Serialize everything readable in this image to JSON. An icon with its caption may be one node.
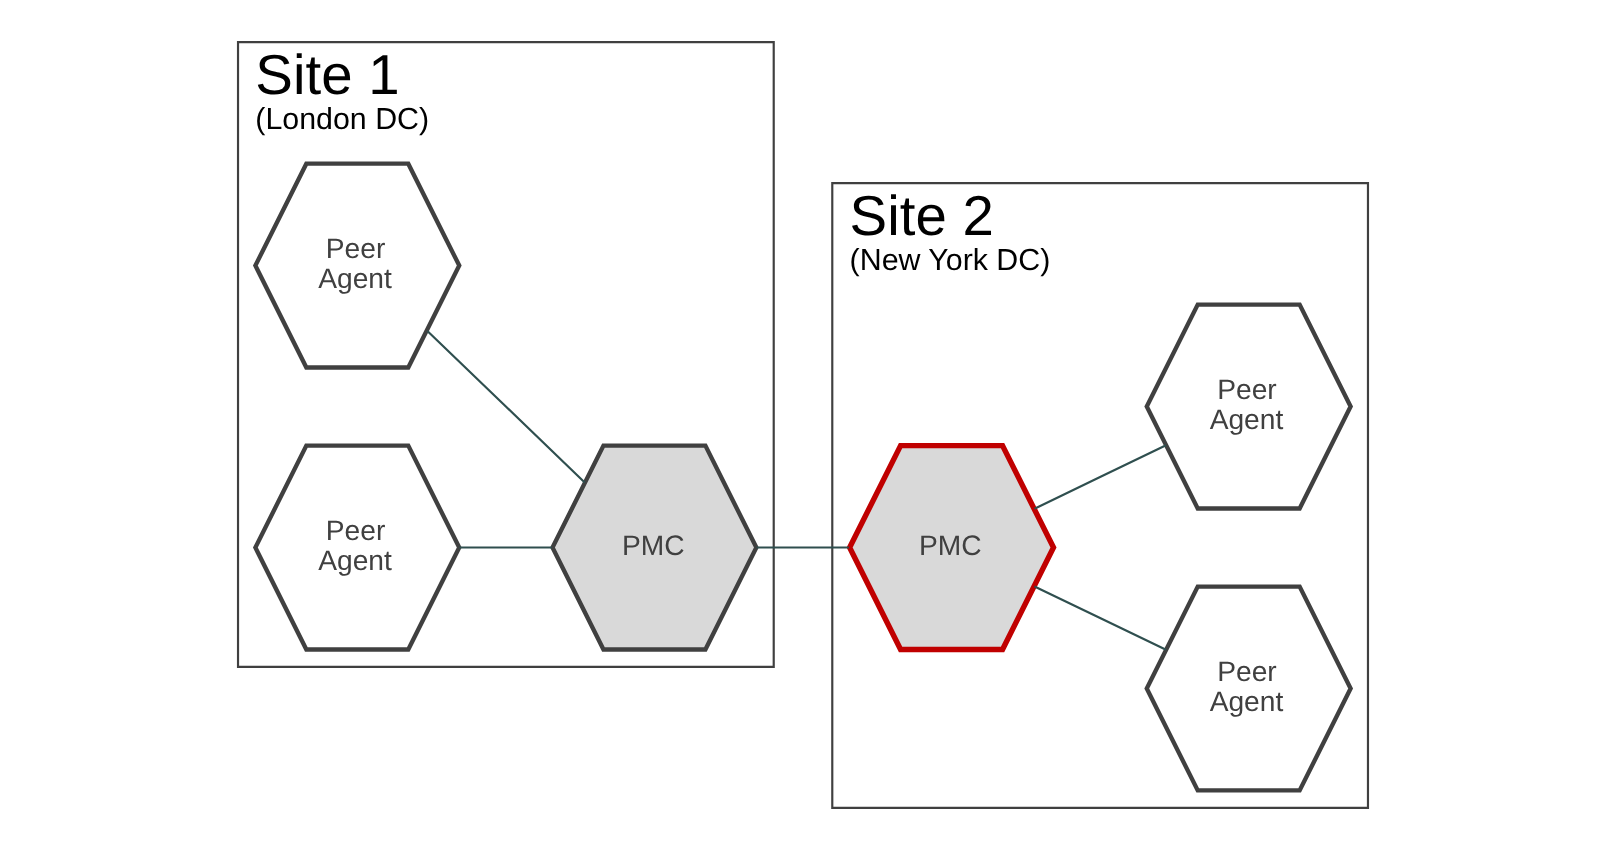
{
  "diagram": {
    "nodes": [
      {
        "text": [
          "Site 1",
          "(London DC)"
        ]
      },
      {
        "text": [
          "Peer Agent"
        ],
        "in": 0
      },
      {
        "text": [
          "PMC"
        ],
        "in": 0
      },
      {
        "text": [
          "Peer Agent"
        ],
        "in": 0
      },
      {
        "text": [
          "Site 2",
          "(New York DC)"
        ]
      },
      {
        "text": [
          "PMC"
        ],
        "in": 4
      },
      {
        "text": [
          "Peer Agent"
        ],
        "in": 4
      },
      {
        "text": [
          "Peer Agent"
        ],
        "in": 4
      }
    ],
    "edges": [
      {
        "from": 1,
        "to": 2,
        "arrow": "none"
      },
      {
        "from": 3,
        "to": 2,
        "arrow": "none"
      },
      {
        "from": 2,
        "to": 5,
        "arrow": "none"
      },
      {
        "from": 5,
        "to": 6,
        "arrow": "none"
      },
      {
        "from": 5,
        "to": 7,
        "arrow": "none"
      }
    ]
  }
}
